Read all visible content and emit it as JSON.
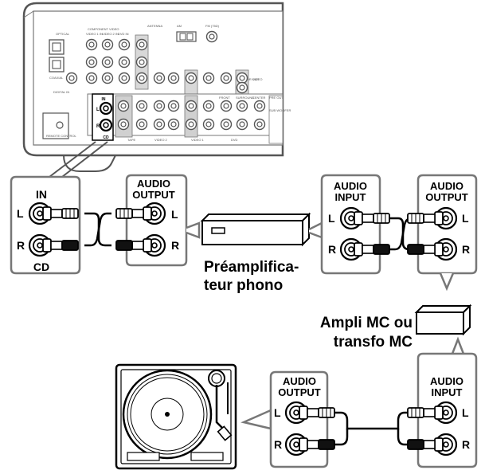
{
  "receiver_panel": {
    "antenna": "ANTENNA",
    "am": "AM",
    "fm": "FM (75Ω)",
    "component_video": "COMPONENT VIDEO",
    "video_in_1": "VIDEO 1 IN",
    "video_in_2": "VIDEO 2 IN",
    "dvd_in": "DVD IN",
    "monitor_out": "MONITOR OUT",
    "optical": "OPTICAL",
    "coaxial": "COAXIAL",
    "digital_in": "DIGITAL IN",
    "remote_control": "REMOTE CONTROL",
    "in": "IN",
    "video": "VIDEO",
    "tape": "TAPE",
    "video1": "VIDEO 1",
    "video2": "VIDEO 2",
    "dvd": "DVD",
    "front": "FRONT",
    "surround": "SURROUND",
    "center": "CENTER",
    "subwoofer": "SUB WOOFER",
    "pre_out": "PRE OUT",
    "l": "L",
    "r": "R",
    "cd": "CD"
  },
  "cd_box": {
    "title": "IN",
    "left": "L",
    "right": "R",
    "caption": "CD"
  },
  "phono_preamp_in": {
    "title1": "AUDIO",
    "title2": "OUTPUT",
    "left": "L",
    "right": "R"
  },
  "phono_preamp": {
    "line1": "Préamplifica-",
    "line2": "teur phono"
  },
  "preamp_input": {
    "title1": "AUDIO",
    "title2": "INPUT",
    "left": "L",
    "right": "R"
  },
  "mc_output": {
    "title1": "AUDIO",
    "title2": "OUTPUT",
    "left": "L",
    "right": "R"
  },
  "mc_amp": {
    "line1": "Ampli MC ou",
    "line2": "transfo MC"
  },
  "turntable_output": {
    "title1": "AUDIO",
    "title2": "OUTPUT",
    "left": "L",
    "right": "R"
  },
  "mc_input": {
    "title1": "AUDIO",
    "title2": "INPUT",
    "left": "L",
    "right": "R"
  }
}
